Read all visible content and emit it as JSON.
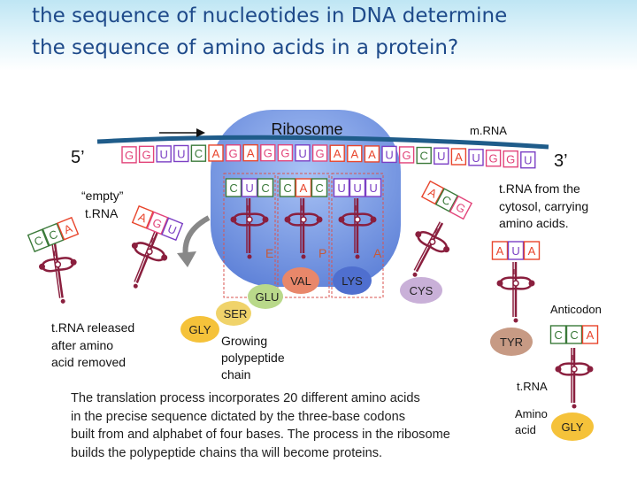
{
  "title": {
    "line1": "the sequence of nucleotides in DNA determine",
    "line2": "the sequence of amino acids in a protein?"
  },
  "labels": {
    "ribosome": "Ribosome",
    "mrna": "m.RNA",
    "five_prime": "5’",
    "three_prime": "3’",
    "empty_trna_1": "“empty”",
    "empty_trna_2": "t.RNA",
    "carrying_1": "t.RNA from the",
    "carrying_2": "cytosol, carrying",
    "carrying_3": "amino acids.",
    "released_1": "t.RNA released",
    "released_2": "after amino",
    "released_3": "acid removed",
    "growing_1": "Growing",
    "growing_2": "polypeptide",
    "growing_3": "chain",
    "anticodon": "Anticodon",
    "trna": "t.RNA",
    "amino_1": "Amino",
    "amino_2": "acid",
    "site_e": "E",
    "site_p": "P",
    "site_a": "A"
  },
  "mrna_bases": [
    "G",
    "G",
    "U",
    "U",
    "C",
    "A",
    "G",
    "A",
    "G",
    "G",
    "U",
    "G",
    "A",
    "A",
    "A",
    "U",
    "G",
    "C",
    "U",
    "A",
    "U",
    "G",
    "G",
    "U"
  ],
  "anticodons": {
    "e_site": [
      "C",
      "U",
      "C"
    ],
    "p_site": [
      "C",
      "A",
      "C"
    ],
    "a_site": [
      "U",
      "U",
      "U"
    ],
    "empty_trna": [
      "A",
      "G",
      "U"
    ],
    "released_trna": [
      "C",
      "C",
      "A"
    ],
    "incoming_cys": [
      "A",
      "C",
      "G"
    ],
    "tyr_trna": [
      "A",
      "U",
      "A"
    ],
    "gly_legend": [
      "C",
      "C",
      "A"
    ]
  },
  "amino_acids": {
    "val": "VAL",
    "lys": "LYS",
    "glu": "GLU",
    "ser": "SER",
    "gly": "GLY",
    "cys": "CYS",
    "tyr": "TYR",
    "gly_legend": "GLY"
  },
  "caption": {
    "line1": "The translation process incorporates 20 different amino acids",
    "line2": "in the precise sequence dictated by the three-base codons",
    "line3": "built from and alphabet of four bases. The process in the ribosome",
    "line4": "builds the polypeptide chains tha will become proteins."
  },
  "colors": {
    "A": "#e8452c",
    "G": "#e2447a",
    "U": "#7b3fc4",
    "C": "#3b7a3a",
    "ribosome": "#6f8fe0",
    "title": "#1e4a8a",
    "val": "#e8876a",
    "lys": "#4f6fcf",
    "glu": "#b9d98a",
    "ser": "#f0d36a",
    "gly": "#f5c23a",
    "cys": "#c9b0d8",
    "tyr": "#c79a84"
  }
}
